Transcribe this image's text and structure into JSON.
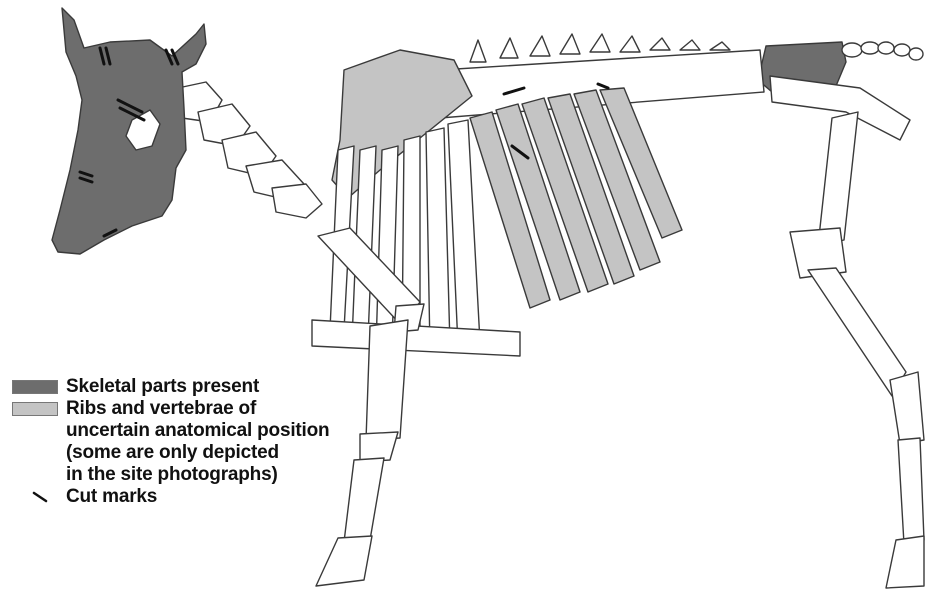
{
  "colors": {
    "present": "#6d6d6d",
    "uncertain": "#c4c4c4",
    "outline": "#3a3a3a",
    "bone_fill": "#ffffff",
    "cut_mark": "#111111"
  },
  "legend": {
    "items": [
      {
        "label": "Skeletal parts present",
        "swatch": "present"
      },
      {
        "label": "Ribs and vertebrae of",
        "swatch": "uncertain"
      },
      {
        "label": "uncertain anatomical position",
        "swatch": null
      },
      {
        "label": "(some are only depicted",
        "swatch": null
      },
      {
        "label": "in the site photographs)",
        "swatch": null
      },
      {
        "label": "Cut marks",
        "swatch": "cut-mark-icon"
      }
    ]
  }
}
